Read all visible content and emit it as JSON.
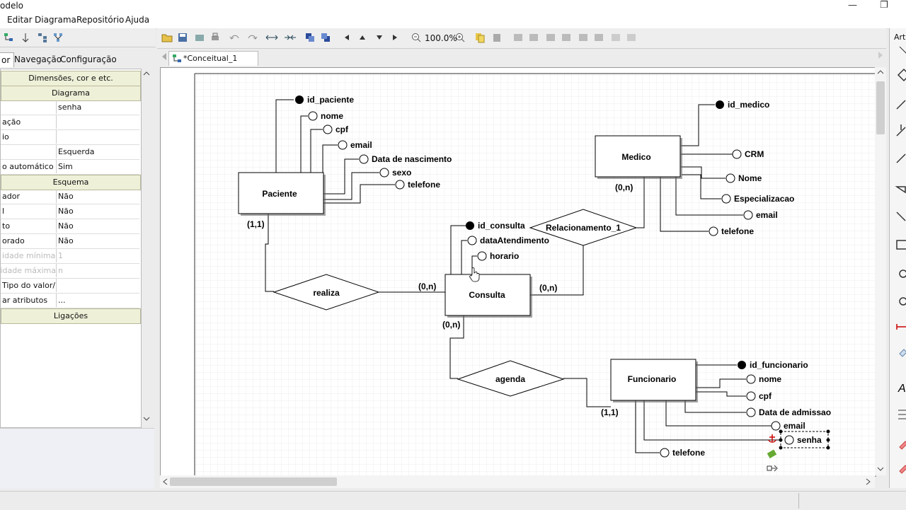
{
  "window": {
    "title": "odelo",
    "minimize": "—",
    "restore": "❐"
  },
  "menu": [
    "Editar",
    "Diagrama",
    "Repositório",
    "Ajuda"
  ],
  "left_tabs": [
    "or",
    "Navegação",
    "Configuração"
  ],
  "properties": [
    {
      "group": "Dimensões, cor e etc."
    },
    {
      "group": "Diagrama"
    },
    {
      "key": "",
      "value": "senha"
    },
    {
      "key": "ação",
      "value": ""
    },
    {
      "key": "io",
      "value": ""
    },
    {
      "key": "",
      "value": "Esquerda"
    },
    {
      "key": "o automático",
      "value": "Sim"
    },
    {
      "group": "Esquema"
    },
    {
      "key": "ador",
      "value": "Não"
    },
    {
      "key": "l",
      "value": "Não"
    },
    {
      "key": "to",
      "value": "Não"
    },
    {
      "key": "orado",
      "value": "Não"
    },
    {
      "key": "idade mínima",
      "value": "1",
      "disabled": true
    },
    {
      "key": "idade máxima",
      "value": "n",
      "disabled": true
    },
    {
      "key": "/Tipo do valor",
      "value": ""
    },
    {
      "key": "ar atributos",
      "value": "..."
    },
    {
      "group": "Ligações"
    }
  ],
  "toolbar": {
    "zoom": "100.0%"
  },
  "doc_tab": "*Conceitual_1",
  "right_panel_label": "Arte",
  "diagram": {
    "entities": {
      "paciente": "Paciente",
      "medico": "Medico",
      "consulta": "Consulta",
      "funcionario": "Funcionario"
    },
    "relationships": {
      "realiza": "realiza",
      "rel1": "Relacionamento_1",
      "agenda": "agenda"
    },
    "paciente_attrs": {
      "pk": "id_paciente",
      "a1": "nome",
      "a2": "cpf",
      "a3": "email",
      "a4": "Data de nascimento",
      "a5": "sexo",
      "a6": "telefone"
    },
    "medico_attrs": {
      "pk": "id_medico",
      "a1": "CRM",
      "a2": "Nome",
      "a3": "Especializacao",
      "a4": "email",
      "a5": "telefone"
    },
    "consulta_attrs": {
      "pk": "id_consulta",
      "a1": "dataAtendimento",
      "a2": "horario"
    },
    "funcionario_attrs": {
      "pk": "id_funcionario",
      "a1": "nome",
      "a2": "cpf",
      "a3": "Data de admissao",
      "a4": "email",
      "a5": "senha",
      "a6": "telefone"
    },
    "cardinalities": {
      "paciente_realiza": "(1,1)",
      "realiza_consulta": "(0,n)",
      "consulta_rel1": "(0,n)",
      "medico_rel1": "(0,n)",
      "consulta_agenda": "(0,n)",
      "funcionario_agenda": "(1,1)"
    }
  },
  "colors": {
    "canvas_grid": "#ececec",
    "entity_fill": "#ffffff",
    "selection": "#000000",
    "group_bg": "#eef0d8"
  }
}
